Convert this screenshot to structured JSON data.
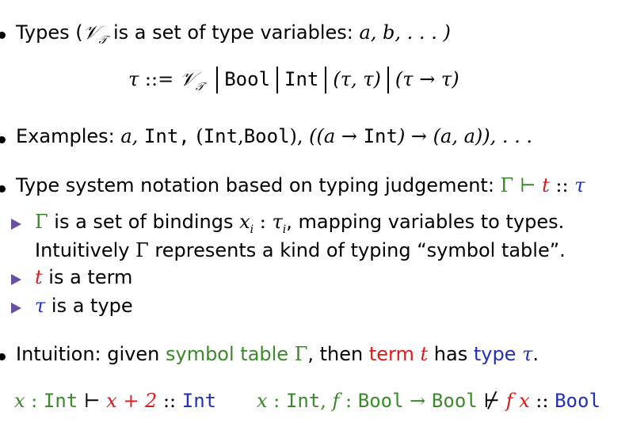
{
  "items": {
    "types": {
      "label": "Types (",
      "vt": "𝒱",
      "vt_sub": "𝒯",
      "rest": " is a set of type variables: ",
      "vars": "a, b, . . . )"
    },
    "grammar": {
      "tau": "τ",
      "assign": "::=",
      "vt": "𝒱",
      "vt_sub": "𝒯",
      "bool": "Bool",
      "int": "Int",
      "pair": "(τ, τ)",
      "arrow": "(τ → τ)"
    },
    "examples": {
      "label": "Examples: ",
      "a": "a,",
      "int": "Int,",
      "p_open": "(",
      "p_int": "Int",
      "p_comma": ",",
      "p_bool": "Bool",
      "p_close": "),",
      "ex4_open": "((a → ",
      "ex4_int": "Int",
      "ex4_close": ") → (a, a)), . . ."
    },
    "notation": {
      "label": "Type system notation based on typing judgement: ",
      "gamma": "Γ ⊢",
      "t": "t",
      "colons": "::",
      "tau": "τ"
    },
    "sub1": {
      "gamma": "Γ",
      "text1": " is a set of bindings ",
      "xi": "x",
      "i": "i",
      "colon": " : ",
      "taui": "τ",
      "i2": "i",
      "text2": ", mapping variables to types.",
      "line2a": "Intuitively ",
      "line2g": "Γ",
      "line2b": " represents a kind of typing “symbol table”."
    },
    "sub2": {
      "t": "t",
      "text": " is a term"
    },
    "sub3": {
      "tau": "τ",
      "text": " is a type"
    },
    "intuition": {
      "label": "Intuition: given ",
      "symtab": "symbol table ",
      "gamma": "Γ",
      "then": ", then ",
      "term": "term ",
      "t": "t",
      "has": " has ",
      "type": "type ",
      "tau": "τ",
      "dot": "."
    },
    "judgement1": {
      "x": "x",
      "colon": " : ",
      "int": "Int",
      "turn": " ⊢ ",
      "expr": "x + 2",
      "colons": " :: ",
      "int2": "Int"
    },
    "judgement2": {
      "x": "x",
      "colon": " : ",
      "int": "Int",
      "comma": ", ",
      "f": "f",
      "colon2": " : ",
      "bool": "Bool",
      "arrow": " → ",
      "bool2": "Bool",
      "nturn": " ⊬ ",
      "fx": "f x",
      "colons": " :: ",
      "bool3": "Bool"
    }
  }
}
